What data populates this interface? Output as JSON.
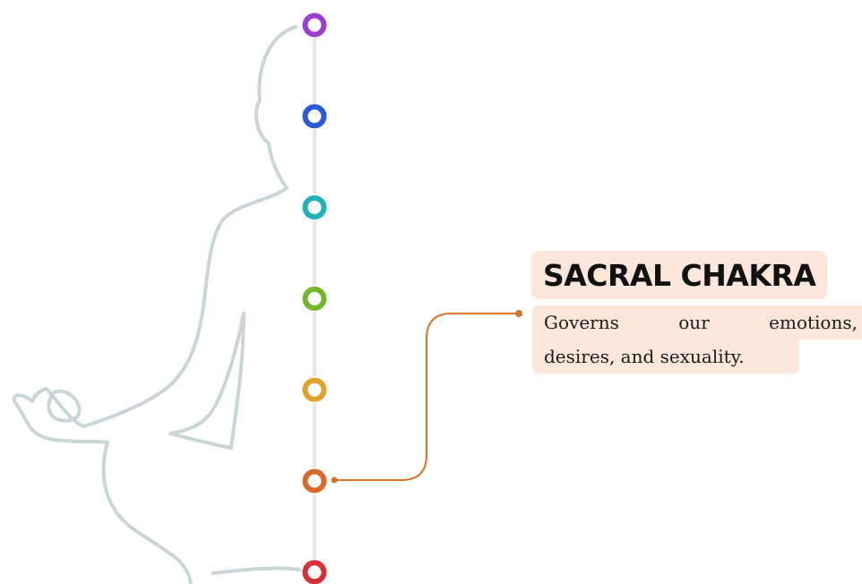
{
  "chakras": [
    {
      "id": "crown",
      "color": "#9b3fd1"
    },
    {
      "id": "third-eye",
      "color": "#2a5bd7"
    },
    {
      "id": "throat",
      "color": "#1fb3b8"
    },
    {
      "id": "heart",
      "color": "#74b62c"
    },
    {
      "id": "solar-plexus",
      "color": "#e3a12a"
    },
    {
      "id": "sacral",
      "color": "#d8692a"
    },
    {
      "id": "root",
      "color": "#d8303a"
    }
  ],
  "selected": {
    "title": "SACRAL CHAKRA",
    "description_line1_words": [
      "Governs",
      "our",
      "emotions,"
    ],
    "description_line2": "desires, and sexuality.",
    "accent_color": "#d8732a",
    "highlight_color": "#fde7da"
  },
  "figure": {
    "outline_color": "#c9d6d8"
  }
}
